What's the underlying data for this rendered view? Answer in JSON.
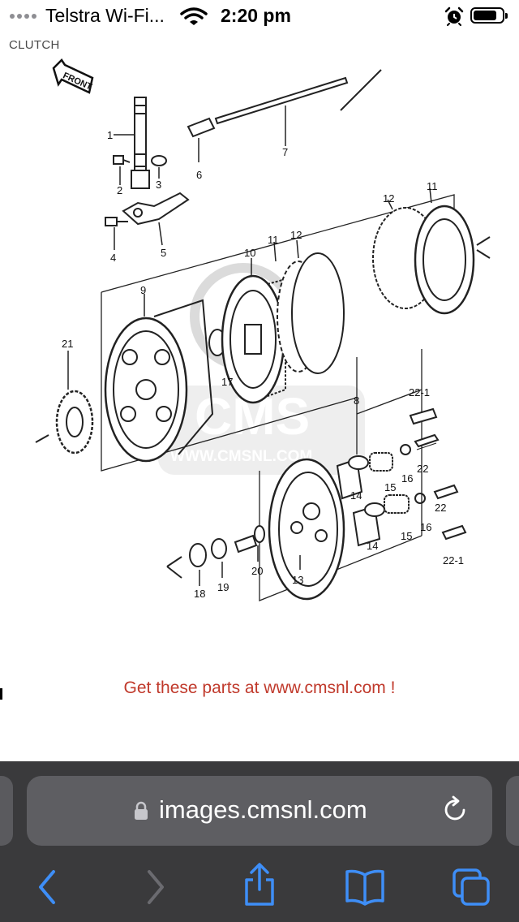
{
  "status_bar": {
    "carrier": "Telstra Wi-Fi...",
    "time": "2:20 pm"
  },
  "diagram": {
    "title": "CLUTCH",
    "front_label": "FRONT",
    "part_labels": [
      "1",
      "2",
      "3",
      "4",
      "5",
      "6",
      "7",
      "8",
      "9",
      "10",
      "11",
      "11",
      "12",
      "12",
      "13",
      "14",
      "14",
      "15",
      "15",
      "16",
      "16",
      "17",
      "18",
      "19",
      "20",
      "21",
      "22",
      "22",
      "22-1",
      "22-1"
    ],
    "watermark": "CMS",
    "watermark_url": "WWW.CMSNL.COM",
    "promo": "Get these parts at www.cmsnl.com !"
  },
  "browser": {
    "url": "images.cmsnl.com",
    "accent": "#3e8ef7",
    "disabled": "#6b6b70"
  },
  "icons": {
    "back": "chevron-left-icon",
    "forward": "chevron-right-icon",
    "share": "share-icon",
    "bookmarks": "book-icon",
    "tabs": "tabs-icon",
    "lock": "lock-icon",
    "reload": "reload-icon"
  }
}
